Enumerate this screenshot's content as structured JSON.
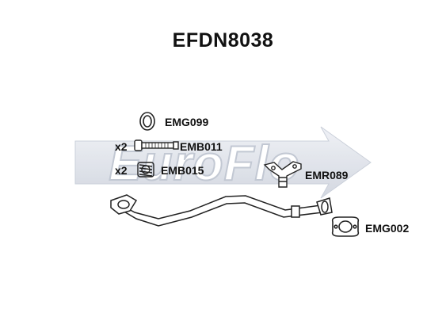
{
  "title": "EFDN8038",
  "watermark": {
    "text": "EuroFlo",
    "color": "#d9dde6"
  },
  "parts": [
    {
      "code": "EMG099",
      "qty": "",
      "icon": "ring-gasket-icon"
    },
    {
      "code": "EMB011",
      "qty": "x2",
      "icon": "bolt-icon"
    },
    {
      "code": "EMB015",
      "qty": "x2",
      "icon": "spring-icon"
    },
    {
      "code": "EMR089",
      "qty": "",
      "icon": "bracket-icon"
    },
    {
      "code": "EMG002",
      "qty": "",
      "icon": "flange-gasket-icon"
    }
  ],
  "line_color": "#222222"
}
